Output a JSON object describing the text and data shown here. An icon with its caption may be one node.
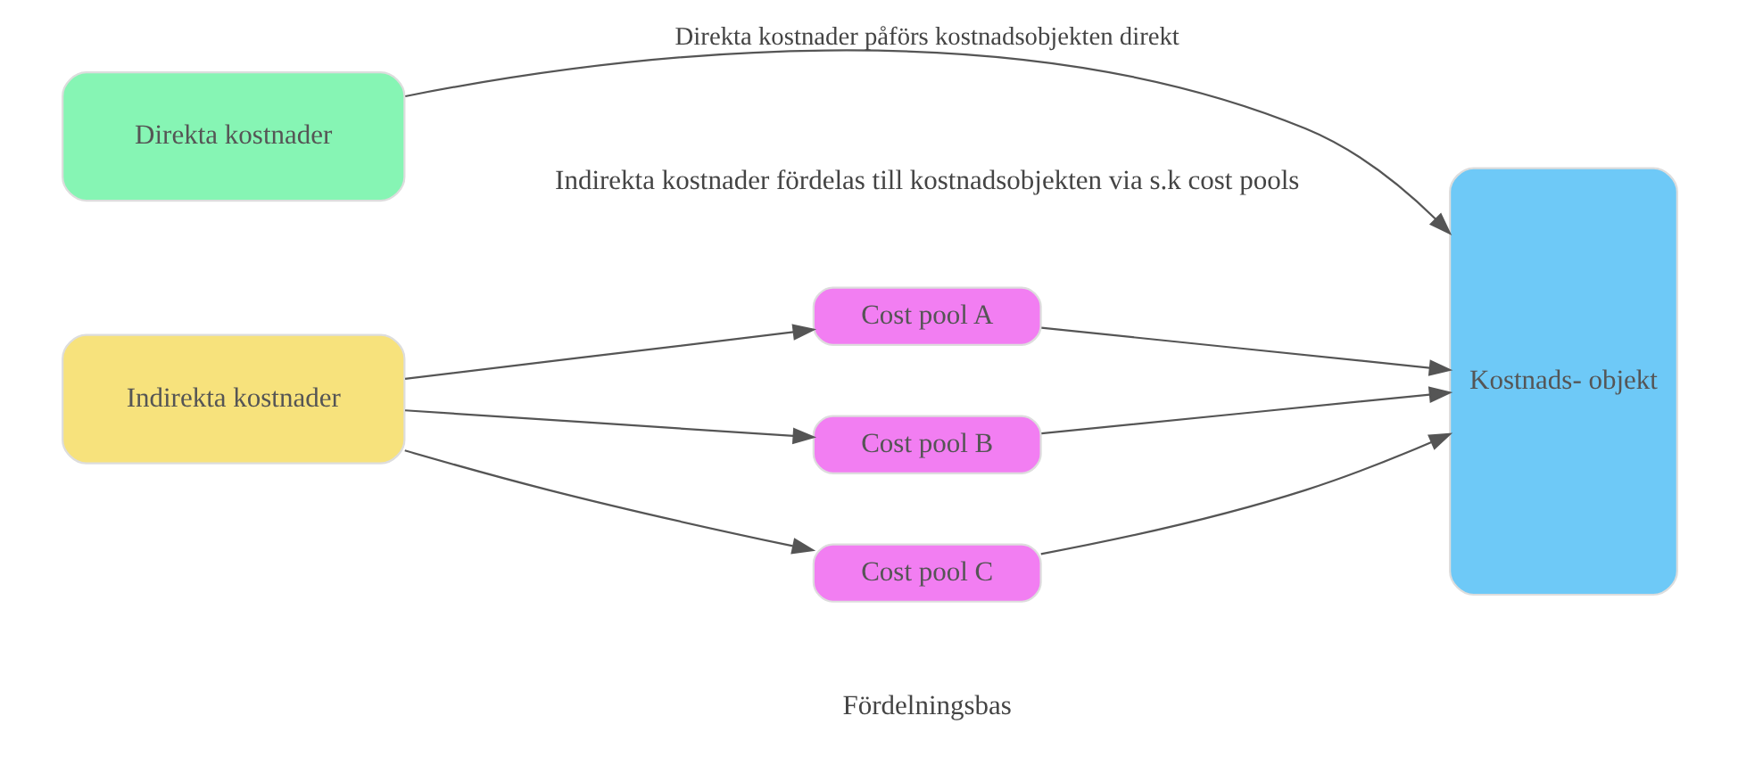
{
  "diagram": {
    "nodes": [
      {
        "text": [
          "Direkta kostnader"
        ]
      },
      {
        "text": [
          "Indirekta kostnader"
        ]
      },
      {
        "text": [
          "Cost pool A"
        ]
      },
      {
        "text": [
          "Cost pool B"
        ]
      },
      {
        "text": [
          "Cost pool C"
        ]
      },
      {
        "text": [
          "Kostnads- objekt"
        ]
      }
    ],
    "edges": [
      {
        "from": 0,
        "to": 5,
        "arrow": "to",
        "label": "Direkta kostnader påförs kostnadsobjekten direkt"
      },
      {
        "from": 1,
        "to": 2,
        "arrow": "to"
      },
      {
        "from": 1,
        "to": 3,
        "arrow": "to"
      },
      {
        "from": 1,
        "to": 4,
        "arrow": "to"
      },
      {
        "from": 2,
        "to": 5,
        "arrow": "to"
      },
      {
        "from": 3,
        "to": 5,
        "arrow": "to"
      },
      {
        "from": 4,
        "to": 5,
        "arrow": "to"
      }
    ],
    "labels": [
      "Indirekta kostnader fördelas till kostnadsobjekten via s.k cost pools",
      "Fördelningsbas"
    ]
  }
}
